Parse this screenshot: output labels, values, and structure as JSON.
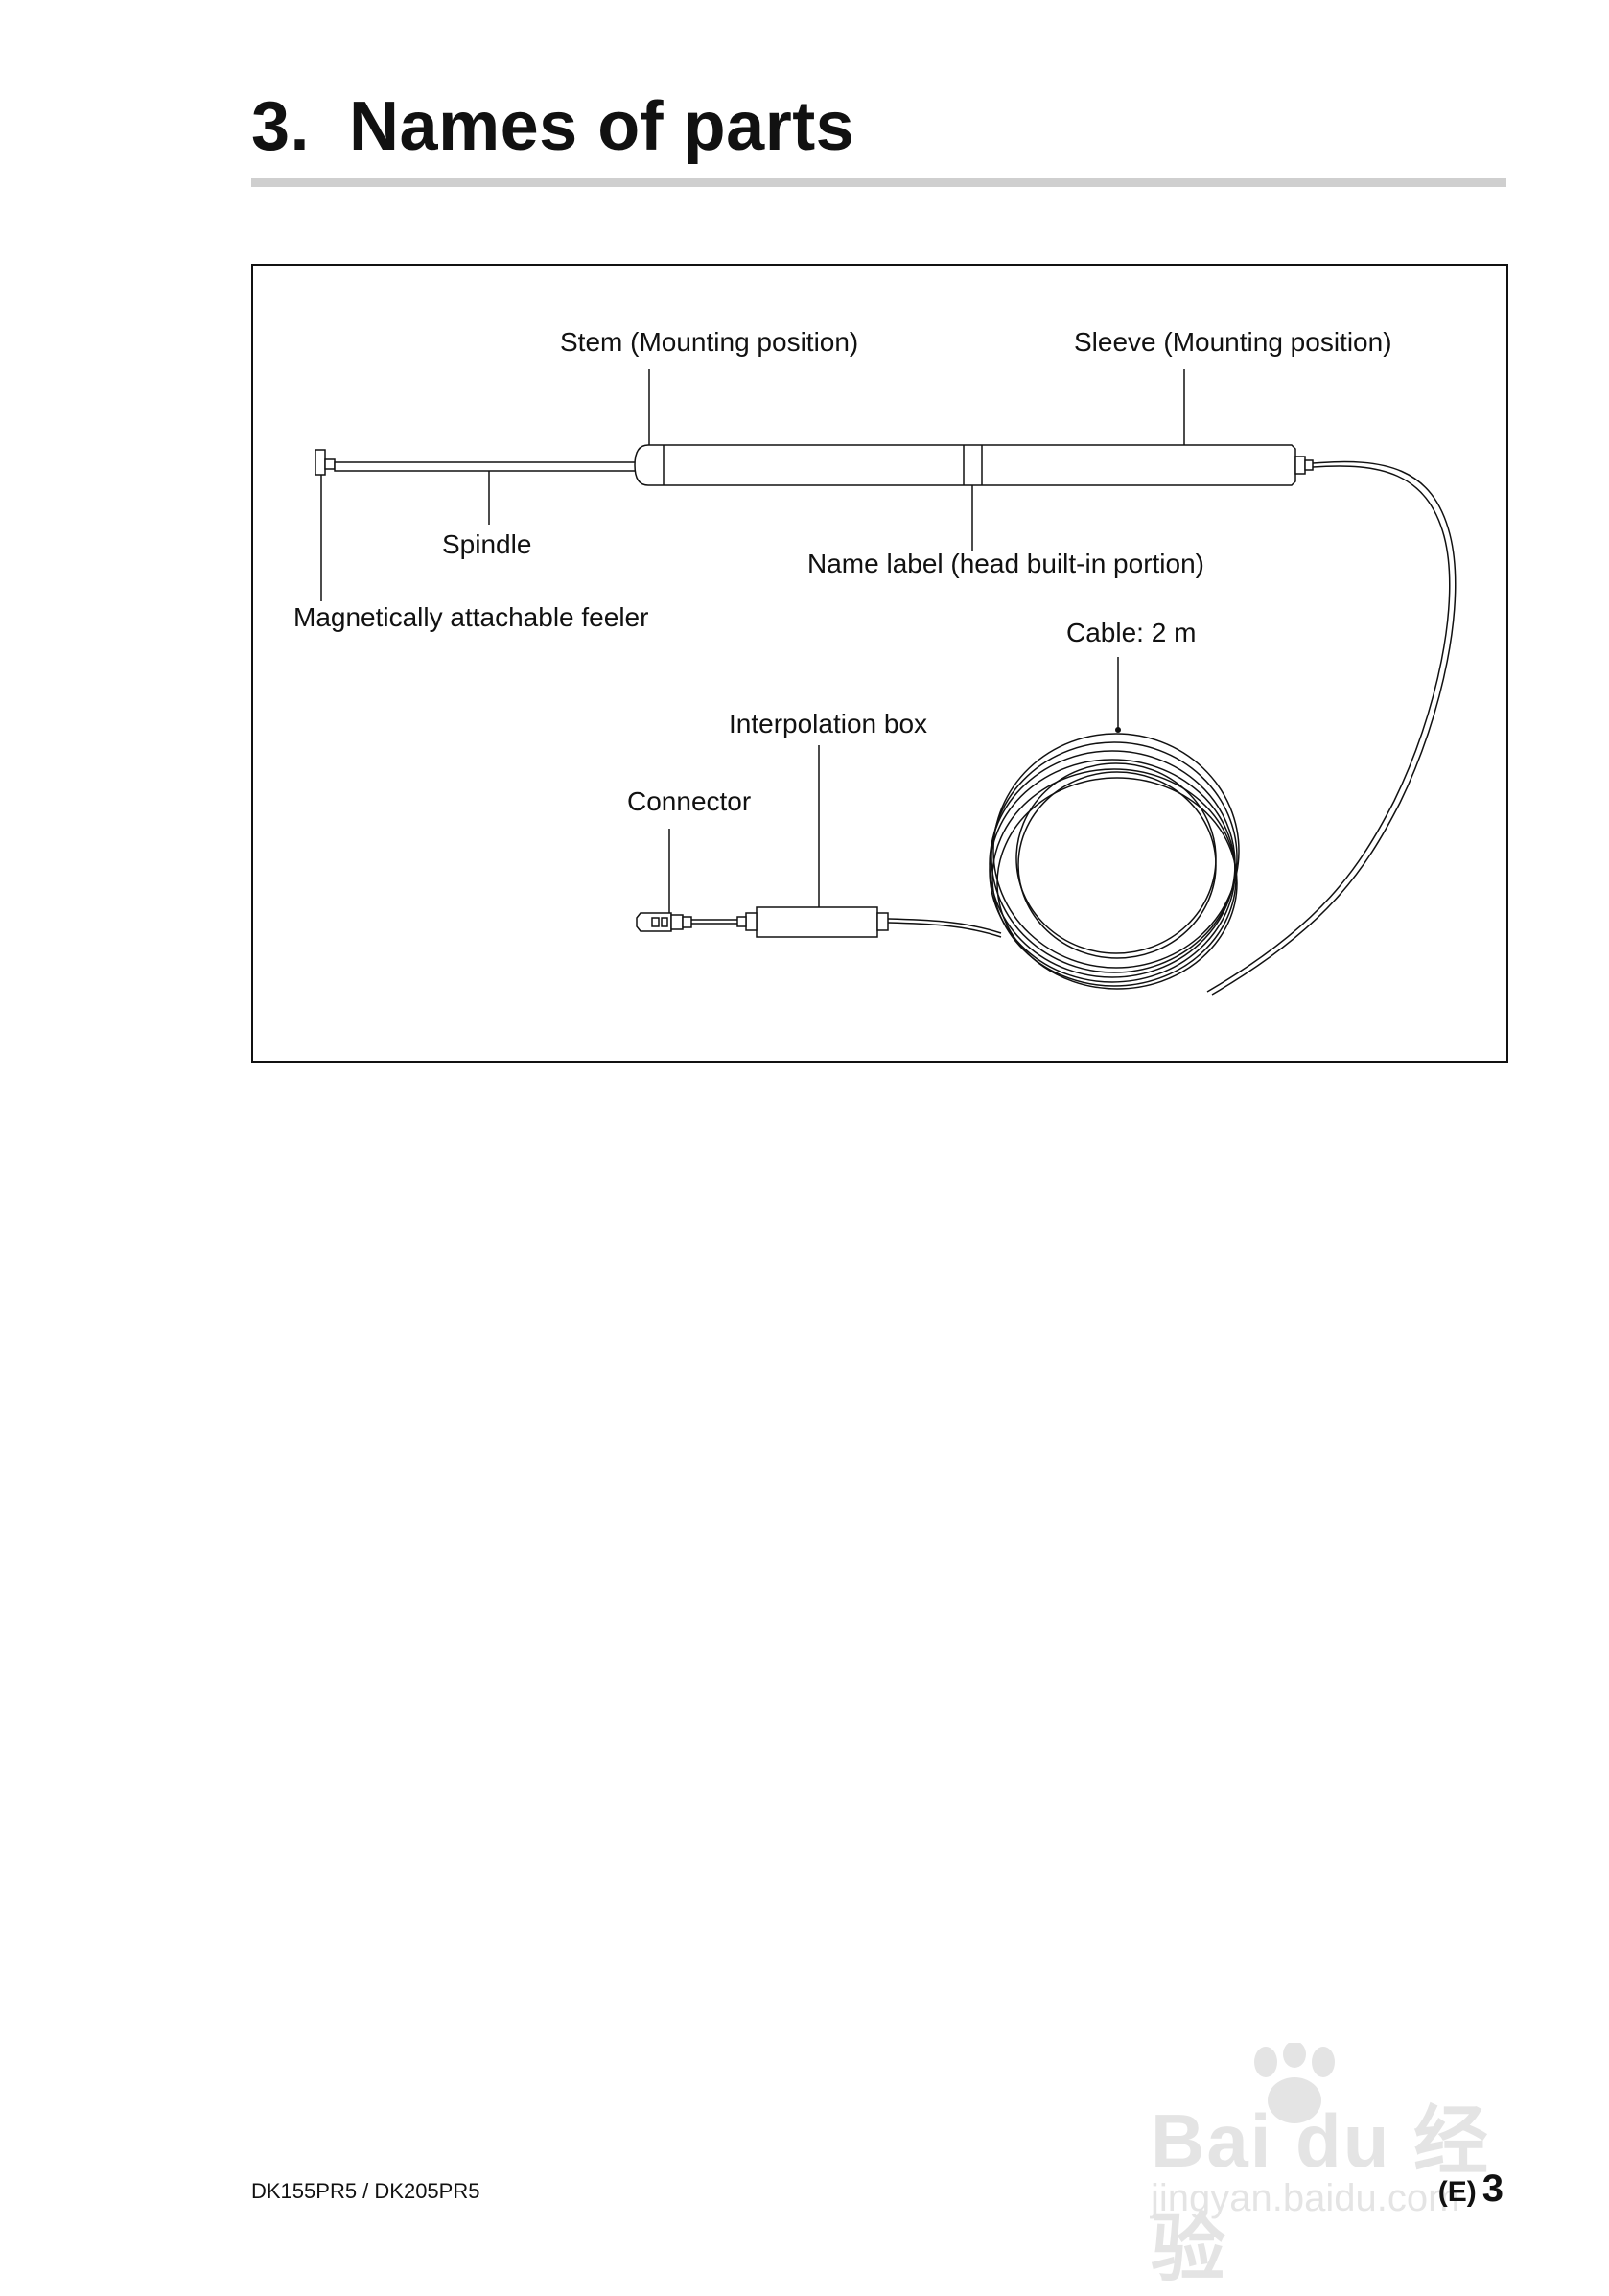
{
  "page": {
    "title": "3.  Names of parts",
    "footer_model": "DK155PR5 / DK205PR5",
    "footer_lang": "(E)",
    "footer_page": "3"
  },
  "figure": {
    "labels": {
      "stem": "Stem (Mounting position)",
      "sleeve": "Sleeve (Mounting position)",
      "spindle": "Spindle",
      "name_label": "Name label (head built-in portion)",
      "feeler": "Magnetically attachable feeler",
      "cable": "Cable: 2 m",
      "interpolation_box": "Interpolation box",
      "connector": "Connector"
    }
  },
  "watermark": {
    "logo": "Bai du 经验",
    "url": "jingyan.baidu.com"
  },
  "colors": {
    "ink": "#111111",
    "rule": "#cfcfcf"
  }
}
